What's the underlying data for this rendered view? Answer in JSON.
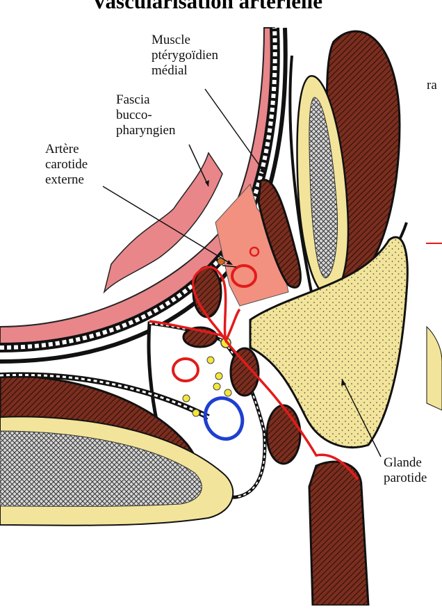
{
  "title": "Vascularisation artérielle",
  "labels": {
    "muscle": "Muscle\nptérygoïdien\nmédial",
    "fascia": "Fascia\nbucco-\npharyngien",
    "artere": "Artère\ncarotide\nexterne",
    "glande": "Glande\nparotide",
    "edge_fragment": "ra"
  },
  "colors": {
    "muscle_brown": "#7a2e1f",
    "parotid_yellow": "#f2e49a",
    "pink_mucosa": "#e8868a",
    "salmon_space": "#f2917f",
    "artery_red": "#e21b1b",
    "vein_blue": "#1f3fd0",
    "nerve_yellow": "#f5e63a"
  }
}
